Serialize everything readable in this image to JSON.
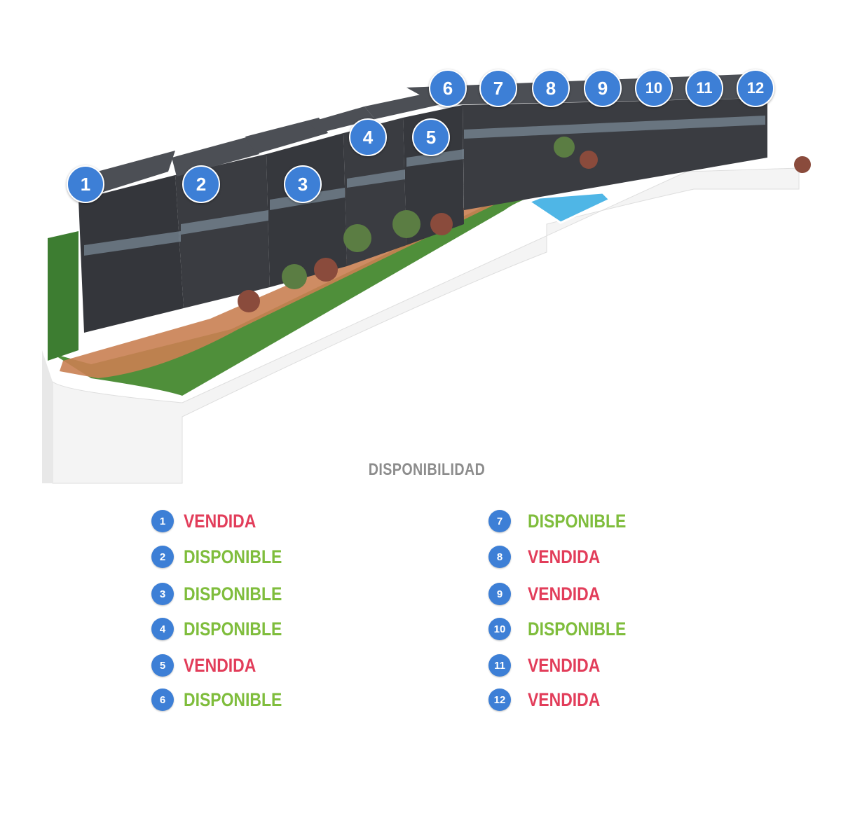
{
  "units": [
    {
      "number": "1",
      "status": "VENDIDA"
    },
    {
      "number": "2",
      "status": "DISPONIBLE"
    },
    {
      "number": "3",
      "status": "DISPONIBLE"
    },
    {
      "number": "4",
      "status": "DISPONIBLE"
    },
    {
      "number": "5",
      "status": "VENDIDA"
    },
    {
      "number": "6",
      "status": "DISPONIBLE"
    },
    {
      "number": "7",
      "status": "DISPONIBLE"
    },
    {
      "number": "8",
      "status": "VENDIDA"
    },
    {
      "number": "9",
      "status": "VENDIDA"
    },
    {
      "number": "10",
      "status": "DISPONIBLE"
    },
    {
      "number": "11",
      "status": "VENDIDA"
    },
    {
      "number": "12",
      "status": "VENDIDA"
    }
  ],
  "legend": {
    "title": "DISPONIBILIDAD"
  },
  "colors": {
    "badge": "#3d7fd6",
    "vendida": "#e23d5a",
    "disponible": "#7fbd3c",
    "title": "#8c8c8c"
  }
}
